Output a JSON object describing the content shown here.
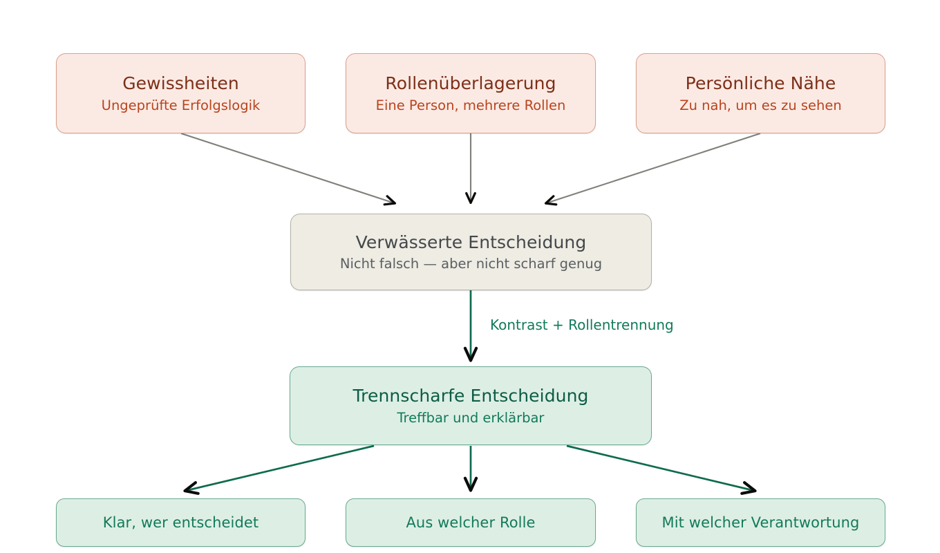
{
  "diagram": {
    "type": "flowchart",
    "orientation": "top-down",
    "background": "#ffffff",
    "palette": {
      "cause_fill": "#fbeae4",
      "cause_border": "#d9a08c",
      "cause_title_text": "#7d2f18",
      "cause_sub_text": "#b8441e",
      "neutral_fill": "#eeece3",
      "neutral_border": "#b2b0a7",
      "neutral_title_text": "#44484b",
      "neutral_sub_text": "#5a5f62",
      "good_fill": "#ddefe5",
      "good_border": "#69a991",
      "good_text": "#0d5c46",
      "good_sub_text": "#137a5a",
      "gray_edge": "#7f8079",
      "green_edge": "#0f6b4f",
      "arrowhead": "#0b0b0b"
    },
    "causes": [
      {
        "id": "gewissheiten",
        "title": "Gewissheiten",
        "subtitle": "Ungeprüfte Erfolgslogik"
      },
      {
        "id": "rollenueberlagerung",
        "title": "Rollenüberlagerung",
        "subtitle": "Eine Person, mehrere Rollen"
      },
      {
        "id": "persoenliche-naehe",
        "title": "Persönliche Nähe",
        "subtitle": "Zu nah, um es zu sehen"
      }
    ],
    "problem": {
      "id": "verwaesserte-entscheidung",
      "title": "Verwässerte Entscheidung",
      "subtitle": "Nicht falsch — aber nicht scharf genug"
    },
    "transition_label": "Kontrast + Rollentrennung",
    "solution": {
      "id": "trennscharfe-entscheidung",
      "title": "Trennscharfe Entscheidung",
      "subtitle": "Treffbar und erklärbar"
    },
    "outcomes": [
      {
        "id": "klar-wer-entscheidet",
        "title": "Klar, wer entscheidet"
      },
      {
        "id": "aus-welcher-rolle",
        "title": "Aus welcher Rolle"
      },
      {
        "id": "mit-welcher-verantwortung",
        "title": "Mit welcher Verantwortung"
      }
    ]
  }
}
